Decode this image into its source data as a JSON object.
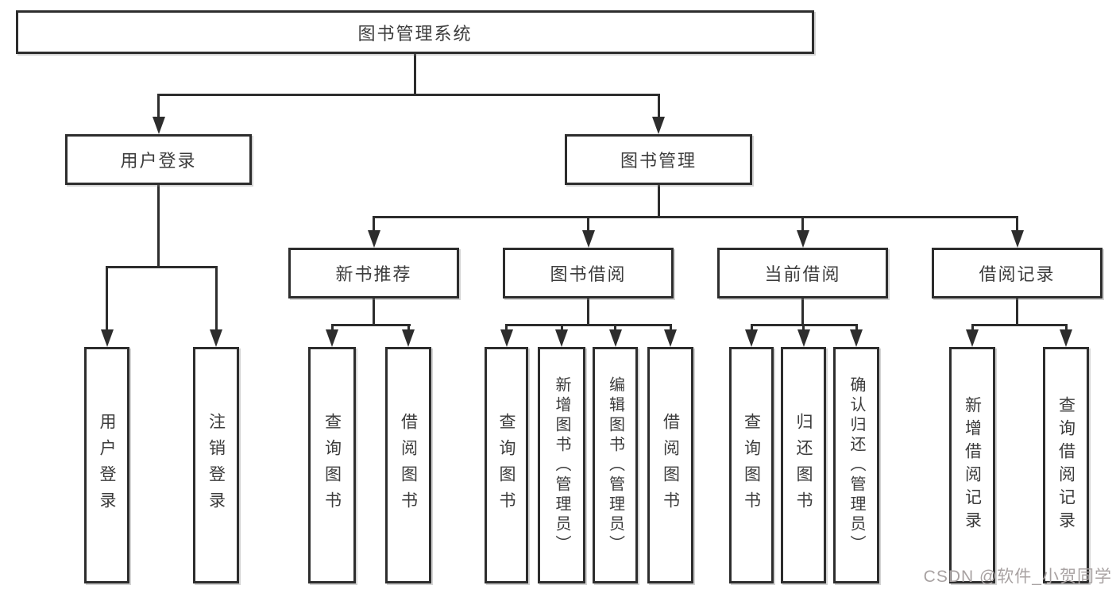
{
  "colors": {
    "line": "#2d2d2d",
    "text": "#3c3c3c",
    "watermark_color": "#a8a2a2",
    "background": "#ffffff"
  },
  "watermark": {
    "text": "CSDN @软件_小贺同学"
  },
  "nodes": {
    "root": {
      "label": "图书管理系统"
    },
    "user_login": {
      "label": "用户登录",
      "children": [
        {
          "label": "用户登录"
        },
        {
          "label": "注销登录"
        }
      ]
    },
    "book_management": {
      "label": "图书管理",
      "sections": [
        {
          "label": "新书推荐",
          "children": [
            {
              "label": "查询图书"
            },
            {
              "label": "借阅图书"
            }
          ]
        },
        {
          "label": "图书借阅",
          "children": [
            {
              "label": "查询图书"
            },
            {
              "label": "新增图书（管理员）"
            },
            {
              "label": "编辑图书（管理员）"
            },
            {
              "label": "借阅图书"
            }
          ]
        },
        {
          "label": "当前借阅",
          "children": [
            {
              "label": "查询图书"
            },
            {
              "label": "归还图书"
            },
            {
              "label": "确认归还（管理员）"
            }
          ]
        },
        {
          "label": "借阅记录",
          "children": [
            {
              "label": "新增借阅记录"
            },
            {
              "label": "查询借阅记录"
            }
          ]
        }
      ]
    }
  }
}
